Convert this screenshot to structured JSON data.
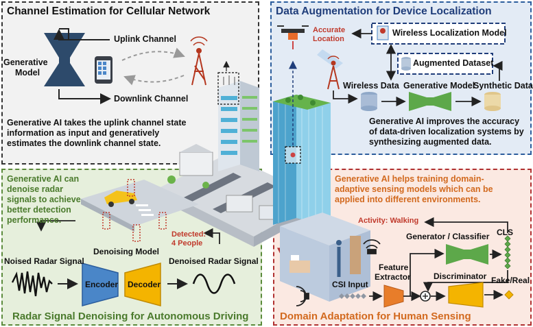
{
  "panels": {
    "channel": {
      "title": "Channel Estimation for Cellular Network",
      "uplink": "Uplink Channel",
      "downlink": "Downlink Channel",
      "model": [
        "Generative",
        "Model"
      ],
      "desc": [
        "Generative AI takes the uplink channel state",
        "information as input and generatively",
        "estimates the downlink channel state."
      ]
    },
    "localization": {
      "title": "Data Augmentation for Device Localization",
      "accurate": [
        "Accurate",
        "Location"
      ],
      "model_box": "Wireless Localization Model",
      "dataset_box": "Augmented Dataset",
      "wireless_data": "Wireless Data",
      "generative_model": "Generative Model",
      "synthetic_data": "Synthetic Data",
      "desc": [
        "Generative AI improves the accuracy",
        "of data-driven localization systems by",
        "synthesizing augmented data."
      ]
    },
    "radar": {
      "title": "Radar Signal Denoising for Autonomous Driving",
      "desc": [
        "Generative AI can",
        "denoise radar",
        "signals to achieve",
        "better detection",
        "performance."
      ],
      "detected": [
        "Detected:",
        "4 People"
      ],
      "noised": "Noised Radar Signal",
      "denoising_model": "Denoising Model",
      "denoised": "Denoised Radar Signal",
      "encoder": "Encoder",
      "decoder": "Decoder"
    },
    "sensing": {
      "title": "Domain Adaptation for Human Sensing",
      "desc": [
        "Generative AI helps training domain-",
        "adaptive sensing models which can be",
        "applied into different environments."
      ],
      "activity": "Activity: Walking",
      "gen_cls": "Generator / Classifier",
      "cls": "CLS",
      "feature": [
        "Feature",
        "Extractor"
      ],
      "csi": "CSI Input",
      "discriminator": "Discriminator",
      "fake_real": "Fake/Real"
    }
  },
  "colors": {
    "channel_border": "#333333",
    "localization_border": "#2a5c9c",
    "localization_bg": "#e3ebf5",
    "radar_border": "#5a8a3a",
    "radar_bg": "#e6efdc",
    "sensing_border": "#b03030",
    "sensing_bg": "#fbe9e2",
    "model_dark": "#2d4a6b",
    "generator_green": "#5da84a",
    "encoder_blue": "#4a86c8",
    "decoder_yellow": "#f4b400",
    "extractor_orange": "#e87d2a",
    "title_red": "#c0392b",
    "accent_orange": "#d2691e"
  }
}
